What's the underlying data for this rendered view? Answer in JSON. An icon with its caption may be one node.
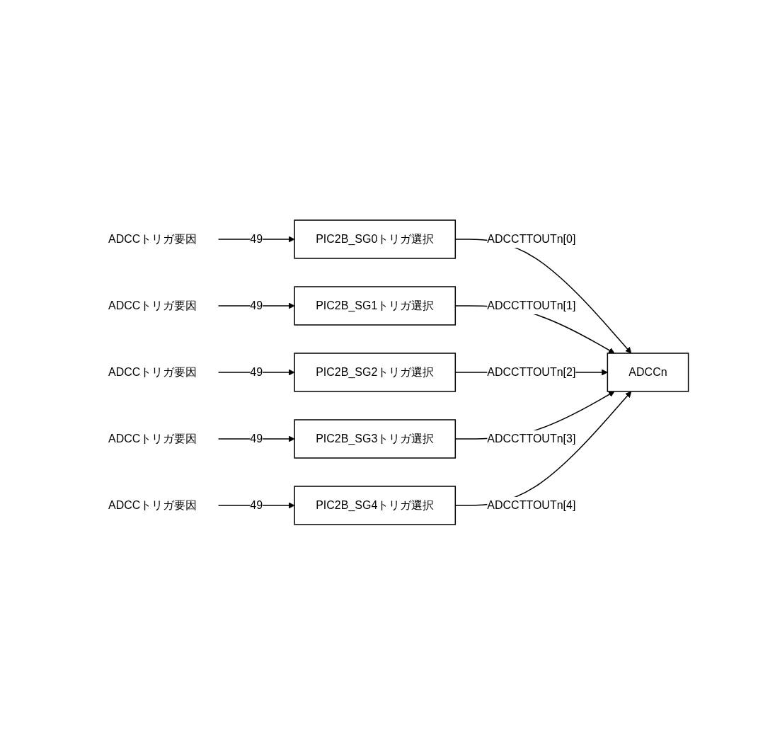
{
  "diagram": {
    "nodes": [
      {
        "text": [
          "ADCCトリガ要因"
        ]
      },
      {
        "text": [
          "PIC2B_SG0トリガ選択"
        ]
      },
      {
        "text": [
          "ADCCトリガ要因"
        ]
      },
      {
        "text": [
          "PIC2B_SG1トリガ選択"
        ]
      },
      {
        "text": [
          "ADCCトリガ要因"
        ]
      },
      {
        "text": [
          "PIC2B_SG2トリガ選択"
        ]
      },
      {
        "text": [
          "ADCCトリガ要因"
        ]
      },
      {
        "text": [
          "PIC2B_SG3トリガ選択"
        ]
      },
      {
        "text": [
          "ADCCトリガ要因"
        ]
      },
      {
        "text": [
          "PIC2B_SG4トリガ選択"
        ]
      },
      {
        "text": [
          "ADCCn"
        ]
      }
    ],
    "edges": [
      {
        "from": 0,
        "to": 1,
        "arrow": "to",
        "label": "49"
      },
      {
        "from": 1,
        "to": 10,
        "arrow": "to",
        "label": "ADCCTTOUTn[0]"
      },
      {
        "from": 2,
        "to": 3,
        "arrow": "to",
        "label": "49"
      },
      {
        "from": 3,
        "to": 10,
        "arrow": "to",
        "label": "ADCCTTOUTn[1]"
      },
      {
        "from": 4,
        "to": 5,
        "arrow": "to",
        "label": "49"
      },
      {
        "from": 5,
        "to": 10,
        "arrow": "to",
        "label": "ADCCTTOUTn[2]"
      },
      {
        "from": 6,
        "to": 7,
        "arrow": "to",
        "label": "49"
      },
      {
        "from": 7,
        "to": 10,
        "arrow": "to",
        "label": "ADCCTTOUTn[3]"
      },
      {
        "from": 8,
        "to": 9,
        "arrow": "to",
        "label": "49"
      },
      {
        "from": 9,
        "to": 10,
        "arrow": "to",
        "label": "ADCCTTOUTn[4]"
      }
    ]
  }
}
